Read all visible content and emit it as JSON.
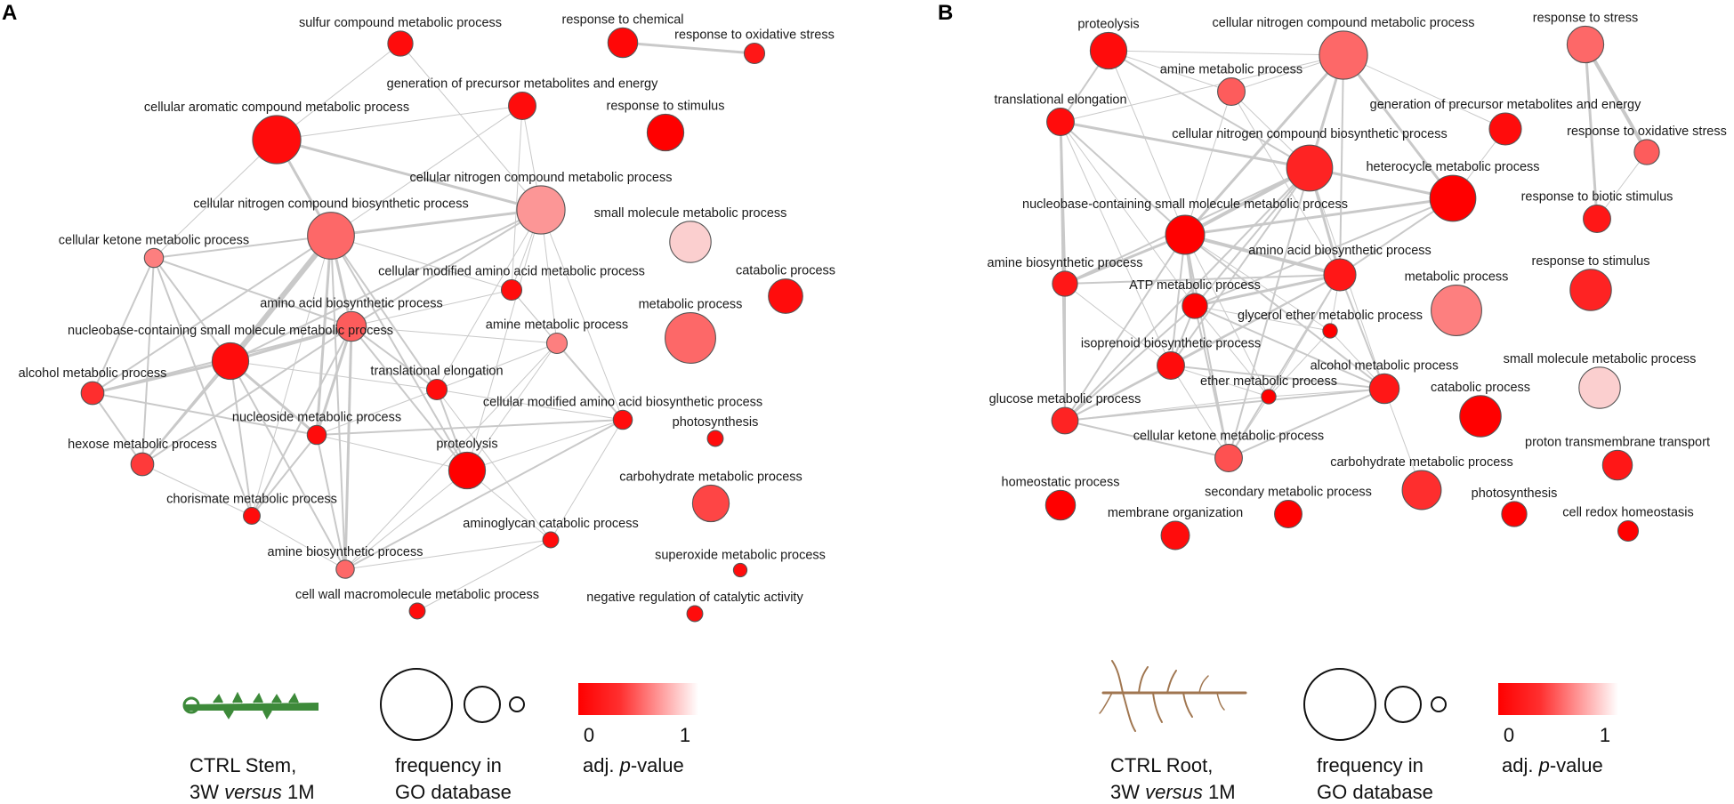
{
  "panels": [
    {
      "letter": "A",
      "nodes": [
        {
          "id": "sulfur",
          "label": "sulfur compound metabolic process",
          "size": 0.35,
          "pvalue": 0.05
        },
        {
          "id": "chem",
          "label": "response to chemical",
          "size": 0.45,
          "pvalue": 0.03
        },
        {
          "id": "oxid",
          "label": "response to oxidative stress",
          "size": 0.25,
          "pvalue": 0.1
        },
        {
          "id": "precursor",
          "label": "generation of precursor metabolites and energy",
          "size": 0.4,
          "pvalue": 0.05
        },
        {
          "id": "stimulus",
          "label": "response to stimulus",
          "size": 0.6,
          "pvalue": 0.0
        },
        {
          "id": "aromatic",
          "label": "cellular aromatic compound metabolic process",
          "size": 0.85,
          "pvalue": 0.05
        },
        {
          "id": "cn_metab",
          "label": "cellular nitrogen compound metabolic process",
          "size": 0.85,
          "pvalue": 0.65
        },
        {
          "id": "cn_biosyn",
          "label": "cellular nitrogen compound biosynthetic process",
          "size": 0.82,
          "pvalue": 0.45
        },
        {
          "id": "small_mol",
          "label": "small molecule metabolic process",
          "size": 0.7,
          "pvalue": 0.9
        },
        {
          "id": "ketone",
          "label": "cellular ketone metabolic process",
          "size": 0.22,
          "pvalue": 0.55
        },
        {
          "id": "mod_aa",
          "label": "cellular modified amino acid metabolic process",
          "size": 0.25,
          "pvalue": 0.05
        },
        {
          "id": "catabolic",
          "label": "catabolic process",
          "size": 0.55,
          "pvalue": 0.05
        },
        {
          "id": "aa_biosyn",
          "label": "amino acid biosynthetic process",
          "size": 0.45,
          "pvalue": 0.4
        },
        {
          "id": "metabolic",
          "label": "metabolic process",
          "size": 0.9,
          "pvalue": 0.45
        },
        {
          "id": "nucleobase",
          "label": "nucleobase-containing small molecule metabolic process",
          "size": 0.6,
          "pvalue": 0.05
        },
        {
          "id": "amine_metab",
          "label": "amine metabolic process",
          "size": 0.25,
          "pvalue": 0.55
        },
        {
          "id": "alcohol",
          "label": "alcohol metabolic process",
          "size": 0.3,
          "pvalue": 0.2
        },
        {
          "id": "transl",
          "label": "translational elongation",
          "size": 0.25,
          "pvalue": 0.05
        },
        {
          "id": "mod_aa_bio",
          "label": "cellular modified amino acid biosynthetic process",
          "size": 0.22,
          "pvalue": 0.05
        },
        {
          "id": "nucleoside",
          "label": "nucleoside metabolic process",
          "size": 0.22,
          "pvalue": 0.05
        },
        {
          "id": "hexose",
          "label": "hexose metabolic process",
          "size": 0.3,
          "pvalue": 0.25
        },
        {
          "id": "proteolysis",
          "label": "proteolysis",
          "size": 0.6,
          "pvalue": 0.0
        },
        {
          "id": "photosyn",
          "label": "photosynthesis",
          "size": 0.15,
          "pvalue": 0.05
        },
        {
          "id": "carb",
          "label": "carbohydrate metabolic process",
          "size": 0.6,
          "pvalue": 0.3
        },
        {
          "id": "chorismate",
          "label": "chorismate metabolic process",
          "size": 0.17,
          "pvalue": 0.05
        },
        {
          "id": "aminoglycan",
          "label": "aminoglycan catabolic process",
          "size": 0.15,
          "pvalue": 0.05
        },
        {
          "id": "amine_bio",
          "label": "amine biosynthetic process",
          "size": 0.2,
          "pvalue": 0.45
        },
        {
          "id": "superoxide",
          "label": "superoxide metabolic process",
          "size": 0.1,
          "pvalue": 0.05
        },
        {
          "id": "cell_wall",
          "label": "cell wall macromolecule metabolic process",
          "size": 0.15,
          "pvalue": 0.05
        },
        {
          "id": "neg_reg",
          "label": "negative regulation of catalytic activity",
          "size": 0.15,
          "pvalue": 0.05
        }
      ],
      "legend": {
        "sample_line1": "CTRL Stem,",
        "sample_line2_pre": "3W ",
        "sample_line2_italic": "versus",
        "sample_line2_post": " 1M",
        "size_line1": "frequency in",
        "size_line2": "GO database",
        "scale_min": "0",
        "scale_max": "1",
        "pval_pre": "adj. ",
        "pval_italic": "p",
        "pval_post": "-value"
      }
    },
    {
      "letter": "B",
      "nodes": [
        {
          "id": "proteolysis",
          "label": "proteolysis",
          "size": 0.6,
          "pvalue": 0.05
        },
        {
          "id": "cn_metab",
          "label": "cellular nitrogen compound metabolic process",
          "size": 0.85,
          "pvalue": 0.45
        },
        {
          "id": "stress",
          "label": "response to stress",
          "size": 0.6,
          "pvalue": 0.45
        },
        {
          "id": "amine_metab",
          "label": "amine metabolic process",
          "size": 0.4,
          "pvalue": 0.4
        },
        {
          "id": "transl",
          "label": "translational elongation",
          "size": 0.4,
          "pvalue": 0.05
        },
        {
          "id": "precursor",
          "label": "generation of precursor metabolites and energy",
          "size": 0.5,
          "pvalue": 0.05
        },
        {
          "id": "oxid",
          "label": "response to oxidative stress",
          "size": 0.35,
          "pvalue": 0.4
        },
        {
          "id": "cn_biosyn",
          "label": "cellular nitrogen compound biosynthetic process",
          "size": 0.8,
          "pvalue": 0.15
        },
        {
          "id": "heterocycle",
          "label": "heterocycle metabolic process",
          "size": 0.8,
          "pvalue": 0.0
        },
        {
          "id": "biotic",
          "label": "response to biotic stimulus",
          "size": 0.4,
          "pvalue": 0.1
        },
        {
          "id": "nucleobase",
          "label": "nucleobase-containing small molecule metabolic process",
          "size": 0.65,
          "pvalue": 0.0
        },
        {
          "id": "amine_bio",
          "label": "amine biosynthetic process",
          "size": 0.35,
          "pvalue": 0.1
        },
        {
          "id": "aa_biosyn",
          "label": "amino acid biosynthetic process",
          "size": 0.5,
          "pvalue": 0.1
        },
        {
          "id": "metabolic",
          "label": "metabolic process",
          "size": 0.9,
          "pvalue": 0.55
        },
        {
          "id": "stimulus",
          "label": "response to stimulus",
          "size": 0.7,
          "pvalue": 0.15
        },
        {
          "id": "atp",
          "label": "ATP metabolic process",
          "size": 0.35,
          "pvalue": 0.0
        },
        {
          "id": "glycerol",
          "label": "glycerol ether metabolic process",
          "size": 0.12,
          "pvalue": 0.0
        },
        {
          "id": "isoprenoid",
          "label": "isoprenoid biosynthetic process",
          "size": 0.4,
          "pvalue": 0.05
        },
        {
          "id": "small_mol",
          "label": "small molecule metabolic process",
          "size": 0.7,
          "pvalue": 0.9
        },
        {
          "id": "alcohol",
          "label": "alcohol metabolic process",
          "size": 0.45,
          "pvalue": 0.1
        },
        {
          "id": "ether",
          "label": "ether metabolic process",
          "size": 0.12,
          "pvalue": 0.0
        },
        {
          "id": "glucose",
          "label": "glucose metabolic process",
          "size": 0.38,
          "pvalue": 0.15
        },
        {
          "id": "catabolic",
          "label": "catabolic process",
          "size": 0.7,
          "pvalue": 0.0
        },
        {
          "id": "proton",
          "label": "proton transmembrane transport",
          "size": 0.45,
          "pvalue": 0.1
        },
        {
          "id": "ketone",
          "label": "cellular ketone metabolic process",
          "size": 0.4,
          "pvalue": 0.35
        },
        {
          "id": "carb",
          "label": "carbohydrate metabolic process",
          "size": 0.65,
          "pvalue": 0.2
        },
        {
          "id": "homeostatic",
          "label": "homeostatic process",
          "size": 0.45,
          "pvalue": 0.0
        },
        {
          "id": "secondary",
          "label": "secondary metabolic process",
          "size": 0.4,
          "pvalue": 0.0
        },
        {
          "id": "photosyn",
          "label": "photosynthesis",
          "size": 0.35,
          "pvalue": 0.0
        },
        {
          "id": "membrane",
          "label": "membrane organization",
          "size": 0.42,
          "pvalue": 0.05
        },
        {
          "id": "redox",
          "label": "cell redox homeostasis",
          "size": 0.25,
          "pvalue": 0.0
        }
      ],
      "legend": {
        "sample_line1": "CTRL Root,",
        "sample_line2_pre": "3W ",
        "sample_line2_italic": "versus",
        "sample_line2_post": " 1M",
        "size_line1": "frequency in",
        "size_line2": "GO database",
        "scale_min": "0",
        "scale_max": "1",
        "pval_pre": "adj. ",
        "pval_italic": "p",
        "pval_post": "-value"
      }
    }
  ],
  "colors": {
    "low_pvalue": "#ff0000",
    "high_pvalue": "#fbe6e6",
    "edge": "#c9c9c9",
    "stem": "#3d8a3a",
    "root": "#a07650"
  }
}
